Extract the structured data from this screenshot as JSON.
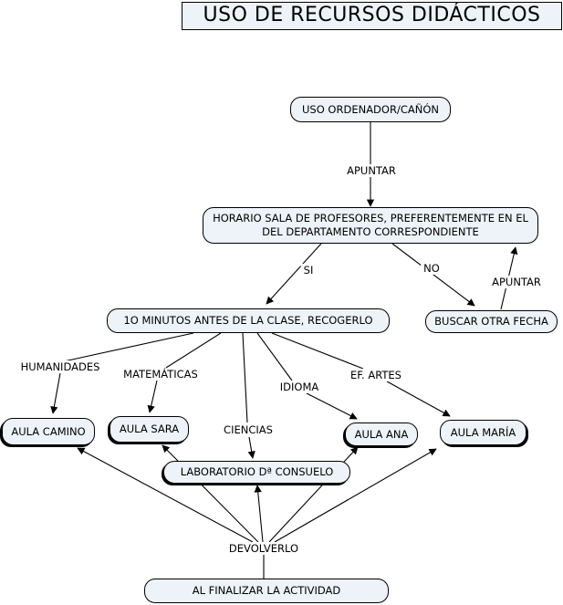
{
  "diagram": {
    "title": "USO DE RECURSOS DIDÁCTICOS",
    "type": "concept-map"
  },
  "colors": {
    "node_fill": "#edf3f8",
    "node_border": "#000000",
    "connector": "#000000",
    "text": "#000000",
    "background": "#ffffff"
  },
  "nodes": {
    "title": {
      "label": "USO DE RECURSOS DIDÁCTICOS"
    },
    "uso_ordenador": {
      "label": "USO ORDENADOR/CAÑÓN"
    },
    "horario": {
      "label": "HORARIO SALA DE PROFESORES, PREFERENTEMENTE EN EL DEL DEPARTAMENTO CORRESPONDIENTE"
    },
    "minutos": {
      "label": "1O MINUTOS ANTES DE LA CLASE, RECOGERLO"
    },
    "buscar": {
      "label": "BUSCAR OTRA FECHA"
    },
    "aula_camino": {
      "label": "AULA CAMINO"
    },
    "aula_sara": {
      "label": "AULA SARA"
    },
    "laboratorio": {
      "label": "LABORATORIO Dª CONSUELO"
    },
    "aula_ana": {
      "label": "AULA ANA"
    },
    "aula_maria": {
      "label": "AULA MARÍA"
    },
    "finalizar": {
      "label": "AL FINALIZAR LA ACTIVIDAD"
    }
  },
  "link_labels": {
    "apuntar_down": "APUNTAR",
    "si": "SI",
    "no": "NO",
    "apuntar_back": "APUNTAR",
    "humanidades": "HUMANIDADES",
    "matematicas": "MATEMÁTICAS",
    "ciencias": "CIENCIAS",
    "idioma": "IDIOMA",
    "ef_artes": "EF. ARTES",
    "devolverlo": "DEVOLVERLO"
  }
}
